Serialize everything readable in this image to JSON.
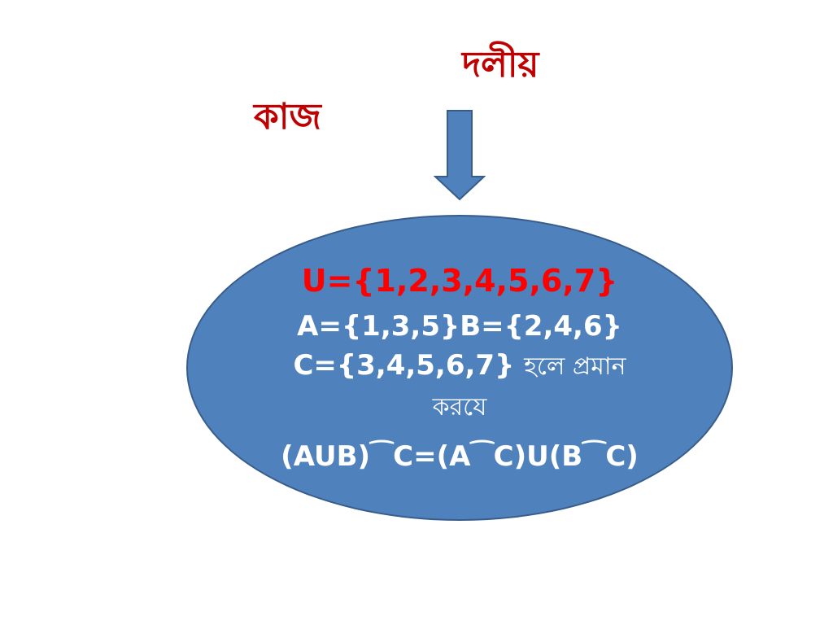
{
  "slide": {
    "heading_group": "দলীয়",
    "heading_work": "কাজ",
    "arrow_icon": "down-arrow",
    "colors": {
      "heading": "#c00000",
      "ellipse_fill": "#4f81bd",
      "ellipse_stroke": "#385d8a",
      "universal_set_text": "#ff0000",
      "body_text": "#ffffff"
    },
    "problem": {
      "universal_set": "U={1,2,3,4,5,6,7}",
      "sets_a_b": "A={1,3,5}B={2,4,6}",
      "set_c": "C={3,4,5,6,7}",
      "condition_word": "হলে প্রমান",
      "instruction": "করযে",
      "formula": "(AUB)⁀C=(A⁀C)U(B⁀C)"
    }
  }
}
